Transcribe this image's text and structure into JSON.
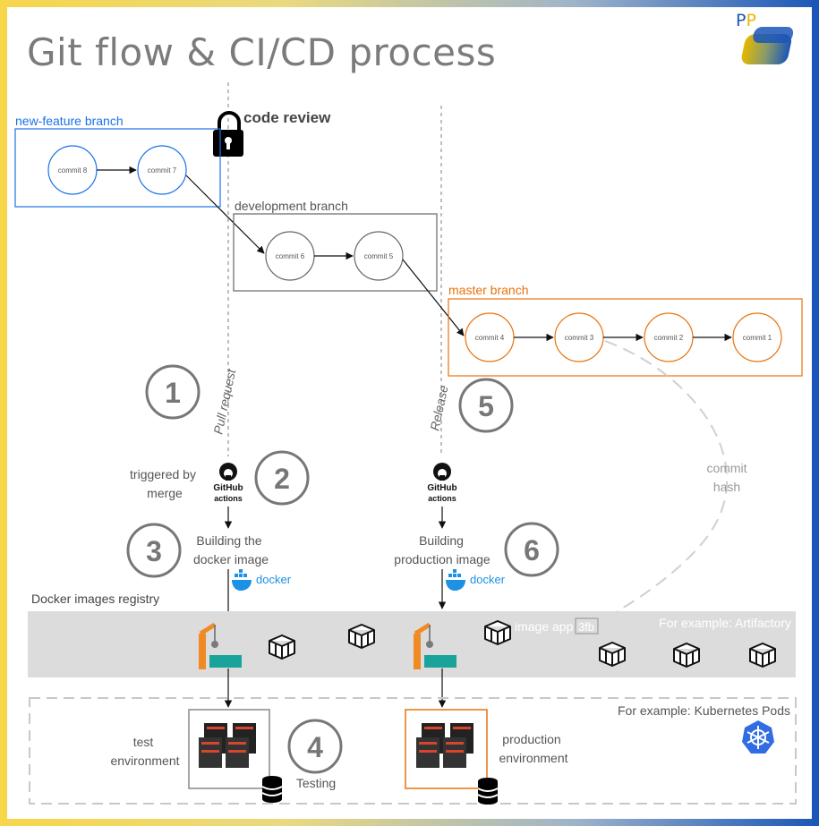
{
  "title": "Git flow & CI/CD process",
  "logo": {
    "letter1": "P",
    "letter2": "P",
    "color1": "#1a56b8",
    "color2": "#e6b800"
  },
  "code_review": "code review",
  "branches": {
    "feature": {
      "label": "new-feature branch",
      "color": "#1a73e8",
      "commits": [
        "commit 8",
        "commit 7"
      ]
    },
    "development": {
      "label": "development branch",
      "color": "#666666",
      "commits": [
        "commit 6",
        "commit 5"
      ]
    },
    "master": {
      "label": "master branch",
      "color": "#e8720c",
      "commits": [
        "commit 4",
        "commit 3",
        "commit 2",
        "commit 1"
      ]
    }
  },
  "steps": {
    "s1": "1",
    "s2": "2",
    "s3": "3",
    "s4": "4",
    "s5": "5",
    "s6": "6"
  },
  "labels": {
    "pull_request": "Pull request",
    "release": "Release",
    "triggered_line1": "triggered by",
    "triggered_line2": "merge",
    "build_docker_line1": "Building the",
    "build_docker_line2": "docker image",
    "build_prod_line1": "Building",
    "build_prod_line2": "production image",
    "commit_hash_line1": "commit",
    "commit_hash_line2": "hash",
    "registry": "Docker images registry",
    "artifactory": "For example: Artifactory",
    "image_app": "image app",
    "image_hash": "3fb",
    "kubernetes": "For example: Kubernetes Pods",
    "test_env_line1": "test",
    "test_env_line2": "environment",
    "testing": "Testing",
    "prod_env_line1": "production",
    "prod_env_line2": "environment"
  },
  "github": {
    "line1": "GitHub",
    "line2": "actions"
  },
  "docker_label": "docker",
  "colors": {
    "docker": "#1d91e6",
    "registry_bg": "#dcdcdc",
    "kubernetes": "#326ce5",
    "crane": "#f08a24",
    "container": "#1aa39a"
  }
}
